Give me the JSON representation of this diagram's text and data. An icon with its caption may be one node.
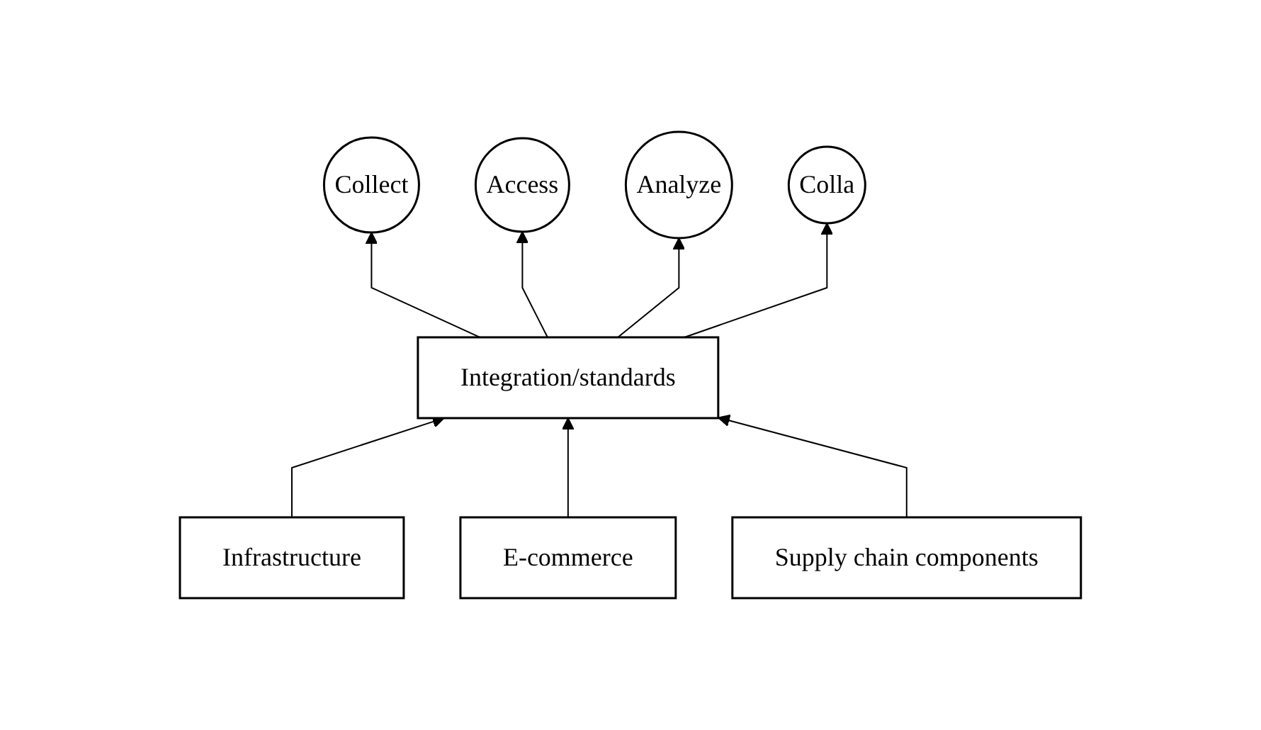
{
  "diagram": {
    "nodes": [
      {
        "text": [
          "Collect"
        ]
      },
      {
        "text": [
          "Access"
        ]
      },
      {
        "text": [
          "Analyze"
        ]
      },
      {
        "text": [
          "Colla"
        ]
      },
      {
        "text": [
          "Integration/standards"
        ]
      },
      {
        "text": [
          "Infrastructure"
        ]
      },
      {
        "text": [
          "E-commerce"
        ]
      },
      {
        "text": [
          "Supply chain components"
        ]
      }
    ],
    "edges": [
      {
        "from": 4,
        "to": 0,
        "arrow": "to"
      },
      {
        "from": 4,
        "to": 1,
        "arrow": "to"
      },
      {
        "from": 4,
        "to": 2,
        "arrow": "to"
      },
      {
        "from": 4,
        "to": 3,
        "arrow": "to"
      },
      {
        "from": 5,
        "to": 4,
        "arrow": "to"
      },
      {
        "from": 6,
        "to": 4,
        "arrow": "to"
      },
      {
        "from": 7,
        "to": 4,
        "arrow": "to"
      }
    ]
  }
}
